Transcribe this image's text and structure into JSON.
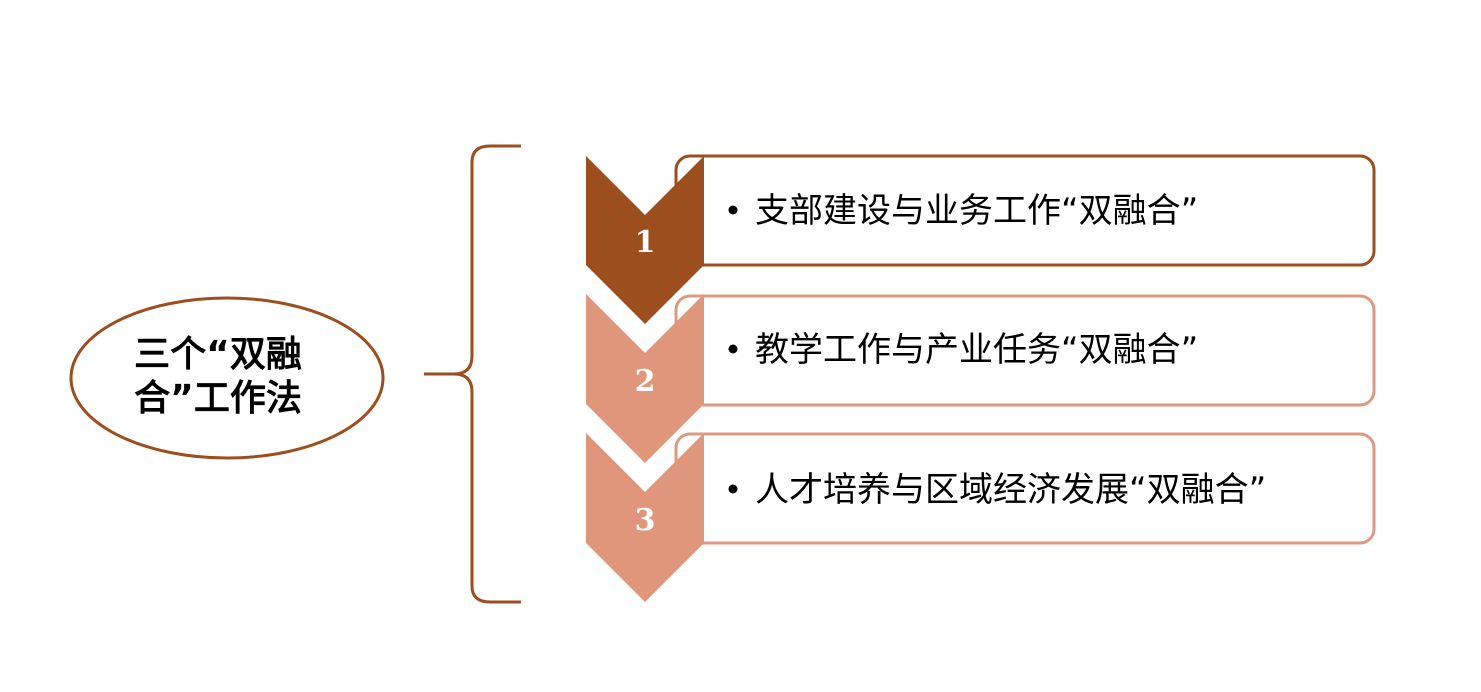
{
  "center": {
    "line1": "三个“双融",
    "line2": "合”工作法"
  },
  "steps": [
    {
      "number": "1",
      "text": "支部建设与业务工作“双融合”"
    },
    {
      "number": "2",
      "text": "教学工作与产业任务“双融合”"
    },
    {
      "number": "3",
      "text": "人才培养与区域经济发展“双融合”"
    }
  ],
  "colors": {
    "dark_brown": "#9c4e1e",
    "light_salmon": "#e0967a",
    "outline_dark": "#9c4e1e",
    "outline_light": "#dd9a80",
    "ellipse_stroke": "#9c4e1e"
  }
}
